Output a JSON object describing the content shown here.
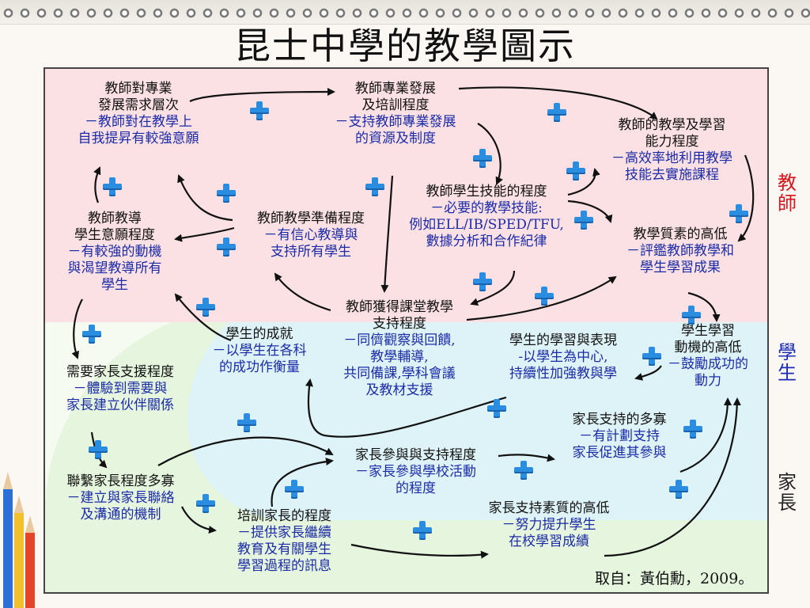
{
  "title": "昆士中學的教學圖示",
  "side_labels": [
    {
      "text": "教師",
      "color": "#d8141c"
    },
    {
      "text": "學生",
      "color": "#1a2cb4"
    },
    {
      "text": "家長",
      "color": "#222222"
    }
  ],
  "nodes": [
    {
      "id": "n1",
      "heading": [
        "教師對專業",
        "發展需求層次"
      ],
      "detail": [
        "－教師對在教學上",
        "自我提昇有較強意願"
      ]
    },
    {
      "id": "n2",
      "heading": [
        "教師專業發展",
        "及培訓程度"
      ],
      "detail": [
        "－支持教師專業發展",
        "的資源及制度"
      ]
    },
    {
      "id": "n3",
      "heading": [
        "教師的教學及學習",
        "能力程度"
      ],
      "detail": [
        "－高效率地利用教學",
        "技能去實施課程"
      ]
    },
    {
      "id": "n4",
      "heading": [
        "教師學生技能的程度"
      ],
      "detail": [
        "－必要的教學技能:",
        "例如ELL/IB/SPED/TFU,",
        "數據分析和合作紀律"
      ]
    },
    {
      "id": "n5",
      "heading": [
        "教師教導",
        "學生意願程度"
      ],
      "detail": [
        "－有較強的動機",
        "與渴望教導所有",
        "學生"
      ]
    },
    {
      "id": "n6",
      "heading": [
        "教師教學準備程度"
      ],
      "detail": [
        "－有信心教導與",
        "支持所有學生"
      ]
    },
    {
      "id": "n7",
      "heading": [
        "教學質素的高低"
      ],
      "detail": [
        "－評鑑教師教學和",
        "學生學習成果"
      ]
    },
    {
      "id": "n8",
      "heading": [
        "教師獲得課堂教學",
        "支持程度"
      ],
      "detail": [
        "－同儕觀察與回饋,",
        "教學輔導,",
        "共同備課,學科會議",
        "及教材支援"
      ]
    },
    {
      "id": "n9",
      "heading": [
        "學生的成就"
      ],
      "detail": [
        "－以學生在各科",
        "的成功作衡量"
      ]
    },
    {
      "id": "n10",
      "heading": [
        "學生的學習與表現"
      ],
      "detail": [
        "-以學生為中心,",
        "持續性加強教與學"
      ]
    },
    {
      "id": "n11",
      "heading": [
        "學生學習",
        "動機的高低"
      ],
      "detail": [
        "－鼓勵成功的",
        "動力"
      ]
    },
    {
      "id": "n12",
      "heading": [
        "需要家長支援程度"
      ],
      "detail": [
        "－體驗到需要與",
        "家長建立伙伴關係"
      ]
    },
    {
      "id": "n13",
      "heading": [
        "家長支持的多寡"
      ],
      "detail": [
        "－有計劃支持",
        "家長促進其參與"
      ]
    },
    {
      "id": "n14",
      "heading": [
        "家長參與與支持程度"
      ],
      "detail": [
        "－家長參與學校活動",
        "的程度"
      ]
    },
    {
      "id": "n15",
      "heading": [
        "聯繫家長程度多寡"
      ],
      "detail": [
        "－建立與家長聯絡",
        "及溝通的機制"
      ]
    },
    {
      "id": "n16",
      "heading": [
        "家長支持素質的高低"
      ],
      "detail": [
        "－努力提升學生",
        "在校學習成績"
      ]
    },
    {
      "id": "n17",
      "heading": [
        "培訓家長的程度"
      ],
      "detail": [
        "－提供家長繼續",
        "教育及有關學生",
        "學習過程的訊息"
      ]
    }
  ],
  "plus_icon": "plus-icon",
  "accent_colors": {
    "heading": "#111111",
    "detail": "#1b2ba8",
    "plus": "#2a8de0"
  },
  "credit": "取自：黃伯勳，2009。"
}
